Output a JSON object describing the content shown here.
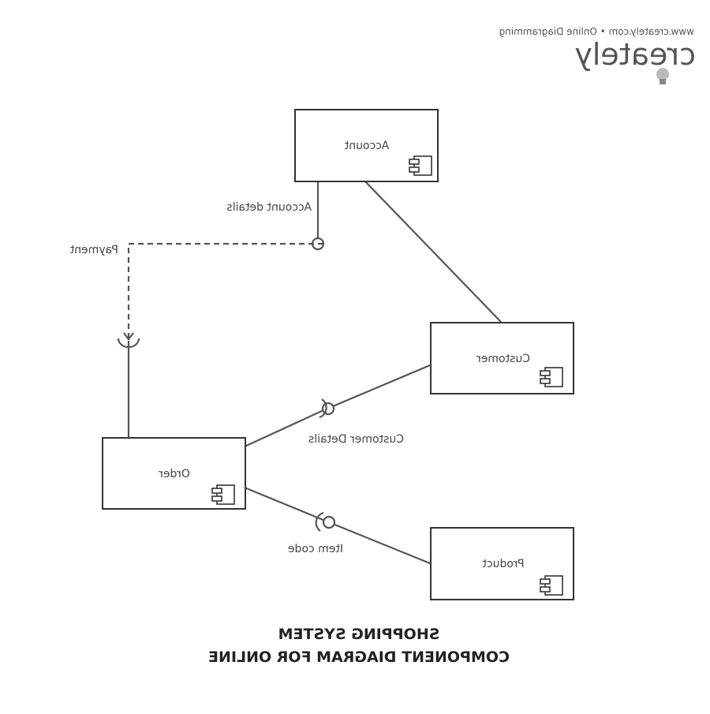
{
  "brand": {
    "name": "creately",
    "tagline": "www.creately.com • Online Diagramming"
  },
  "components": {
    "account": {
      "name": "Account"
    },
    "customer": {
      "name": "Customer"
    },
    "order": {
      "name": "Order"
    },
    "product": {
      "name": "Product"
    }
  },
  "connectors": {
    "account_details": "Account details",
    "payment": "Payment",
    "customer_details": "Customer Details",
    "item_code": "Item code"
  },
  "title": {
    "line1": "COMPONENT DIAGRAM FOR ONLINE",
    "line2": "SHOPPING SYSTEM"
  },
  "colors": {
    "stroke": "#333333",
    "line": "#555555"
  }
}
